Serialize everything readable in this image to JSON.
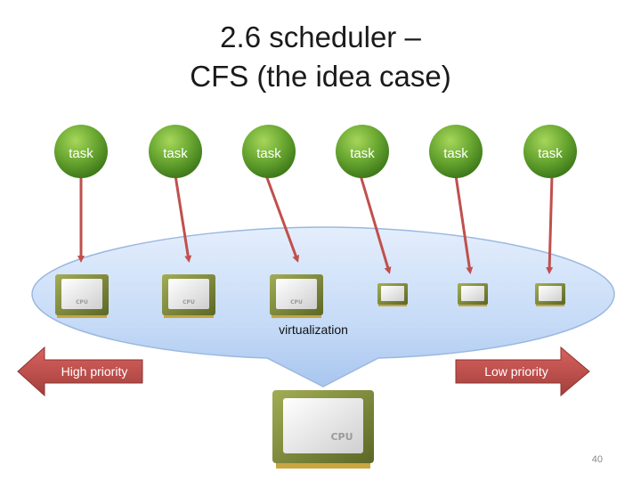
{
  "title": {
    "line1": "2.6 scheduler –",
    "line2": "CFS (the idea case)"
  },
  "tasks": [
    {
      "label": "task"
    },
    {
      "label": "task"
    },
    {
      "label": "task"
    },
    {
      "label": "task"
    },
    {
      "label": "task"
    },
    {
      "label": "task"
    }
  ],
  "virtual_cpus": [
    {
      "icon": "cpu-chip-icon",
      "size": "large"
    },
    {
      "icon": "cpu-chip-icon",
      "size": "large"
    },
    {
      "icon": "cpu-chip-icon",
      "size": "large"
    },
    {
      "icon": "cpu-chip-icon",
      "size": "small"
    },
    {
      "icon": "cpu-chip-icon",
      "size": "small"
    },
    {
      "icon": "cpu-chip-icon",
      "size": "small"
    }
  ],
  "virtualization_label": "virtualization",
  "high_priority_label": "High priority",
  "low_priority_label": "Low priority",
  "physical_cpu": {
    "icon": "cpu-chip-icon",
    "chip_text": "CPU"
  },
  "virtual_chip_text": "CPU",
  "page_number": "40",
  "colors": {
    "task_green": "#6aa832",
    "task_green_dark": "#3f7a1a",
    "arrow_red": "#c0504d",
    "ellipse_fill": "#c6dbf7",
    "ellipse_stroke": "#9bb8e0",
    "priority_arrow": "#c0504d",
    "chip_body": "#7e8a3a",
    "chip_face": "#e6e6e6"
  }
}
